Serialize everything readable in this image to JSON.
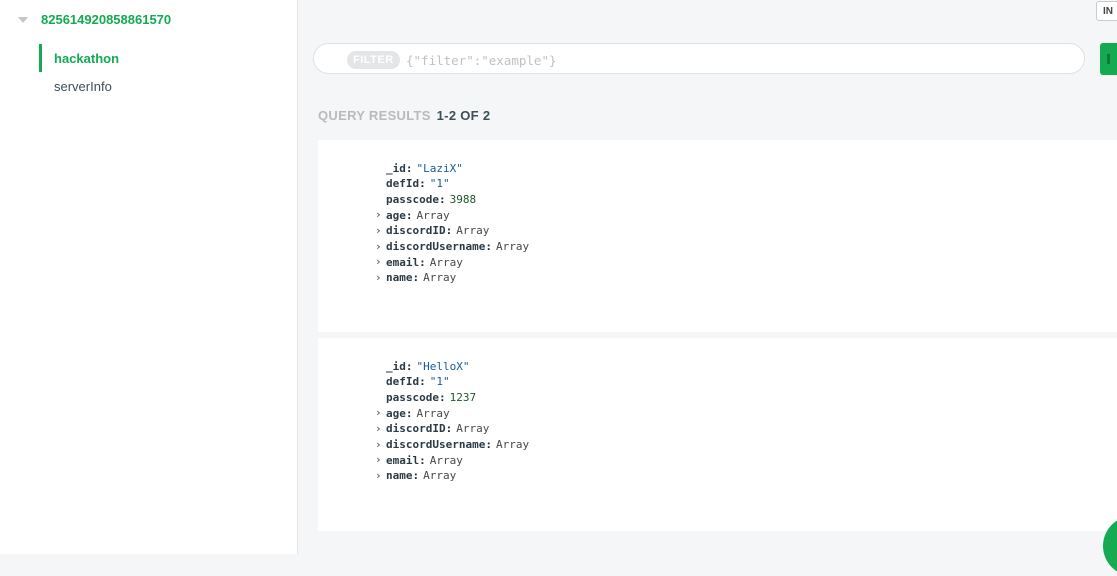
{
  "sidebar": {
    "database": "825614920858861570",
    "collections": [
      {
        "label": "hackathon",
        "active": true
      },
      {
        "label": "serverInfo",
        "active": false
      }
    ]
  },
  "toolbar": {
    "top_button_label": "IN"
  },
  "filter": {
    "badge": "FILTER",
    "placeholder": "{\"filter\":\"example\"}",
    "value": ""
  },
  "results": {
    "label": "QUERY RESULTS",
    "count": "1-2 OF 2"
  },
  "documents": [
    {
      "fields": [
        {
          "key": "_id",
          "value": "\"LaziX\"",
          "type": "string",
          "expandable": false
        },
        {
          "key": "defId",
          "value": "\"1\"",
          "type": "string",
          "expandable": false
        },
        {
          "key": "passcode",
          "value": "3988",
          "type": "number",
          "expandable": false
        },
        {
          "key": "age",
          "value": "Array",
          "type": "array",
          "expandable": true
        },
        {
          "key": "discordID",
          "value": "Array",
          "type": "array",
          "expandable": true
        },
        {
          "key": "discordUsername",
          "value": "Array",
          "type": "array",
          "expandable": true
        },
        {
          "key": "email",
          "value": "Array",
          "type": "array",
          "expandable": true
        },
        {
          "key": "name",
          "value": "Array",
          "type": "array",
          "expandable": true
        }
      ]
    },
    {
      "fields": [
        {
          "key": "_id",
          "value": "\"HelloX\"",
          "type": "string",
          "expandable": false
        },
        {
          "key": "defId",
          "value": "\"1\"",
          "type": "string",
          "expandable": false
        },
        {
          "key": "passcode",
          "value": "1237",
          "type": "number",
          "expandable": false
        },
        {
          "key": "age",
          "value": "Array",
          "type": "array",
          "expandable": true
        },
        {
          "key": "discordID",
          "value": "Array",
          "type": "array",
          "expandable": true
        },
        {
          "key": "discordUsername",
          "value": "Array",
          "type": "array",
          "expandable": true
        },
        {
          "key": "email",
          "value": "Array",
          "type": "array",
          "expandable": true
        },
        {
          "key": "name",
          "value": "Array",
          "type": "array",
          "expandable": true
        }
      ]
    }
  ],
  "icons": {
    "expand": "›",
    "collapse": "chevron-down-icon"
  },
  "colors": {
    "accent": "#13aa52",
    "string": "#145a9b",
    "number": "#1a5a2a"
  }
}
